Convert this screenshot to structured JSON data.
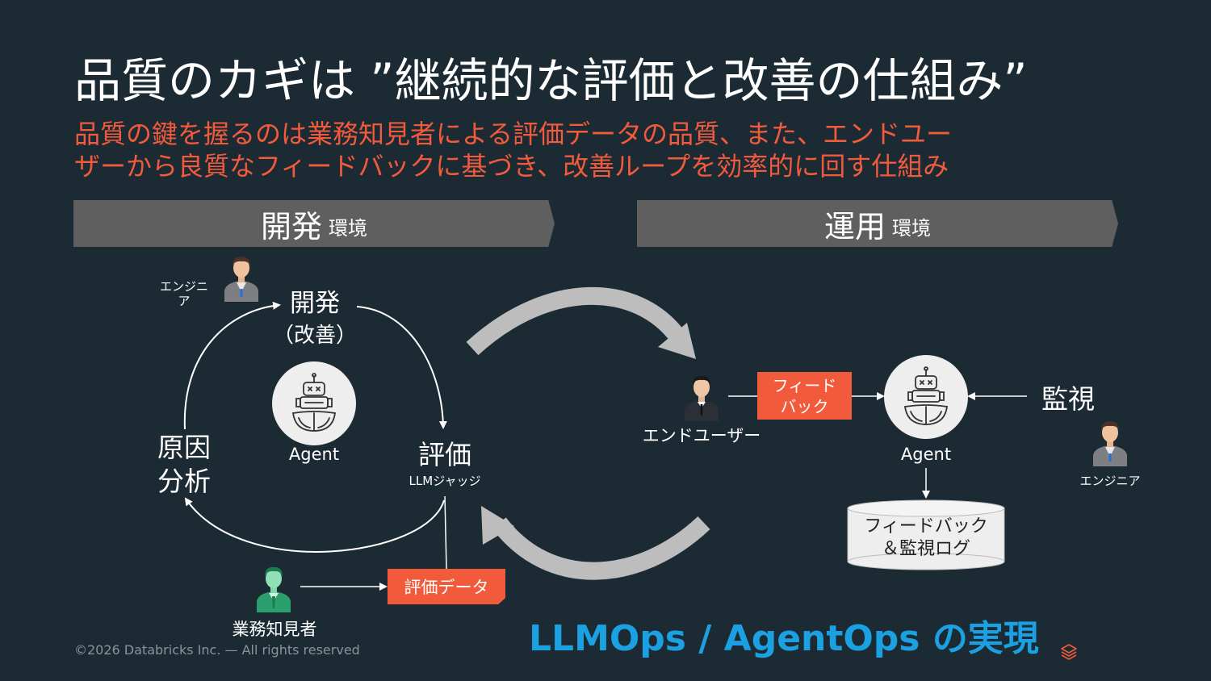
{
  "title": "品質のカギは ”継続的な評価と改善の仕組み”",
  "subtitle": {
    "line1": "品質の鍵を握るのは業務知見者による評価データの品質、また、エンドユー",
    "line2": "ザーから良質なフィードバックに基づき、改善ループを効率的に回す仕組み"
  },
  "banners": {
    "dev": {
      "main": "開発",
      "sub": "環境"
    },
    "ops": {
      "main": "運用",
      "sub": "環境"
    }
  },
  "dev_cycle": {
    "engineer_label_1": "エンジニ",
    "engineer_label_2": "ア",
    "develop_1": "開発",
    "develop_2": "（改善）",
    "agent": "Agent",
    "evaluate": "評価",
    "judge": "LLMジャッジ",
    "analysis_1": "原因",
    "analysis_2": "分析",
    "domain_expert": "業務知見者",
    "eval_data": "評価データ"
  },
  "ops_flow": {
    "end_user": "エンドユーザー",
    "feedback_1": "フィード",
    "feedback_2": "バック",
    "agent": "Agent",
    "monitor": "監視",
    "engineer": "エンジニア",
    "log_1": "フィードバック",
    "log_2": "＆監視ログ"
  },
  "ops_label": "LLMOps / AgentOps の実現",
  "footer": "©2026 Databricks Inc. — All rights reserved",
  "colors": {
    "background": "#1b2a33",
    "accent": "#f25a3c",
    "banner": "#5f5f5f",
    "ops_blue": "#1ba1e2",
    "big_arrow": "#bdbdbd",
    "expert_green": "#2db37a"
  },
  "icons": [
    "robot-icon",
    "engineer-icon",
    "end-user-icon",
    "domain-expert-icon",
    "databricks-logo-icon"
  ]
}
